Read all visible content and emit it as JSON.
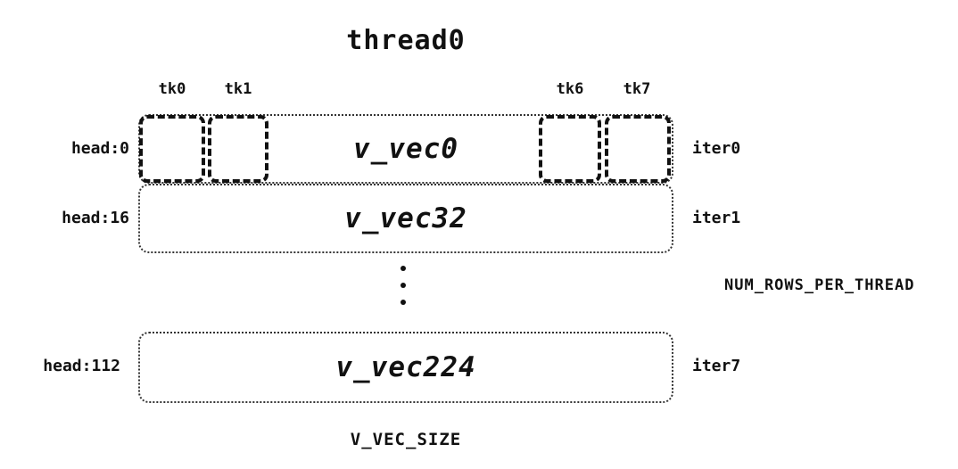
{
  "title": "thread0",
  "ticks": [
    "tk0",
    "tk1",
    "tk6",
    "tk7"
  ],
  "rows": [
    {
      "head": "head:0",
      "vec": "v_vec0",
      "iter": "iter0"
    },
    {
      "head": "head:16",
      "vec": "v_vec32",
      "iter": "iter1"
    },
    {
      "head": "head:112",
      "vec": "v_vec224",
      "iter": "iter7"
    }
  ],
  "right_label": "NUM_ROWS_PER_THREAD",
  "bottom_label": "V_VEC_SIZE",
  "colors": {
    "ink": "#111111",
    "background": "#ffffff"
  }
}
